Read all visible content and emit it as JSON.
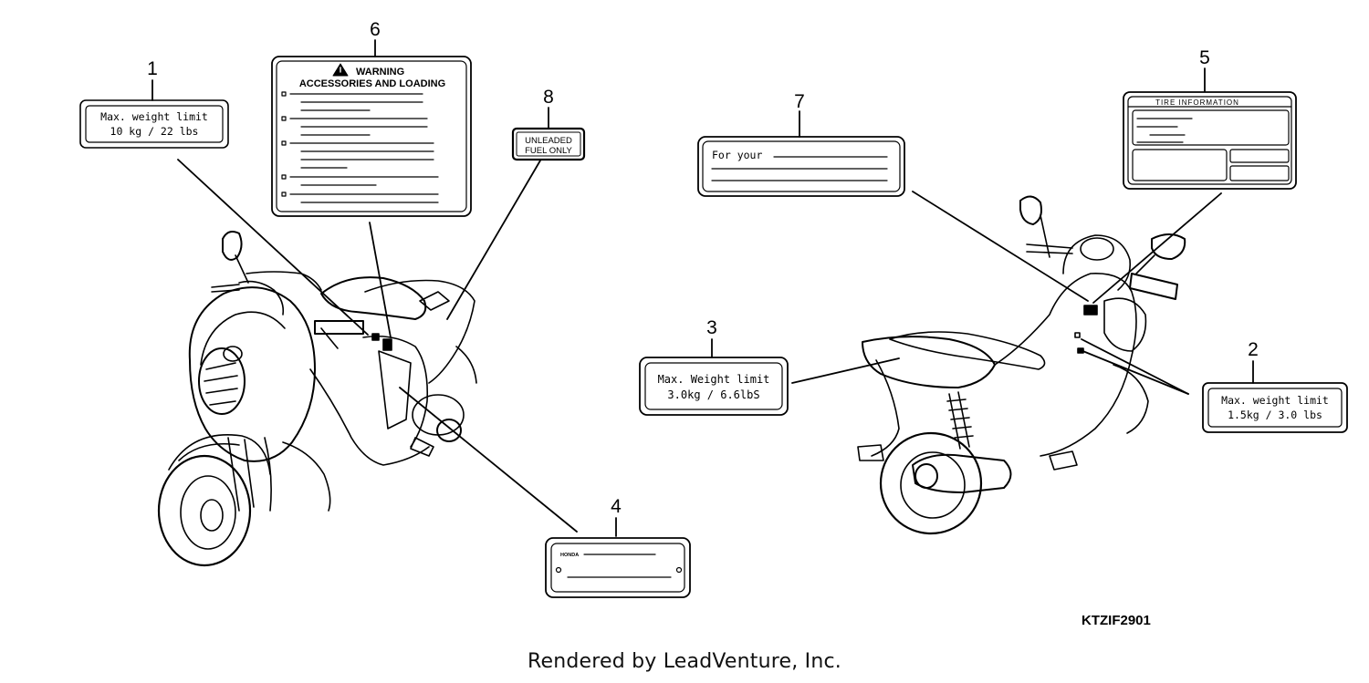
{
  "diagram": {
    "callouts": [
      {
        "number": "1"
      },
      {
        "number": "2"
      },
      {
        "number": "3"
      },
      {
        "number": "4"
      },
      {
        "number": "5"
      },
      {
        "number": "6"
      },
      {
        "number": "7"
      },
      {
        "number": "8"
      }
    ],
    "labels": {
      "l1": {
        "line1": "Max. weight limit",
        "line2": "10 kg  / 22 lbs"
      },
      "l2": {
        "line1": "Max. weight limit",
        "line2": "1.5kg  / 3.0 lbs"
      },
      "l3": {
        "line1": "Max. Weight limit",
        "line2": "3.0kg  / 6.6lbS"
      },
      "l4": {
        "brand": "HONDA"
      },
      "l5": {
        "title": "TIRE INFORMATION"
      },
      "l6": {
        "title": "WARNING",
        "subtitle": "ACCESSORIES AND LOADING",
        "symbol": "warning-triangle"
      },
      "l7": {
        "text": "For your"
      },
      "l8": {
        "line1": "UNLEADED",
        "line2": "FUEL ONLY"
      }
    },
    "part_code": "KTZIF2901",
    "footer": "Rendered by LeadVenture, Inc."
  }
}
